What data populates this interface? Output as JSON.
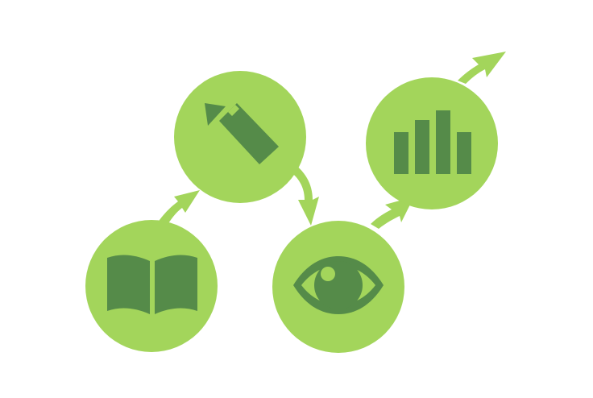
{
  "colors": {
    "background": "#ffffff",
    "circle_fill": "#a3d55b",
    "icon_fill": "#558b49",
    "arrow_fill": "#a3d55b"
  },
  "steps": [
    {
      "icon": "open-book-icon"
    },
    {
      "icon": "pencil-icon"
    },
    {
      "icon": "eye-icon"
    },
    {
      "icon": "bar-chart-icon"
    }
  ],
  "connectors": [
    {
      "from": "open-book-icon",
      "to": "pencil-icon",
      "direction": "up-right"
    },
    {
      "from": "pencil-icon",
      "to": "eye-icon",
      "direction": "down-right"
    },
    {
      "from": "eye-icon",
      "to": "bar-chart-icon",
      "direction": "up-right"
    },
    {
      "from": "bar-chart-icon",
      "to": "",
      "direction": "up-right"
    }
  ]
}
